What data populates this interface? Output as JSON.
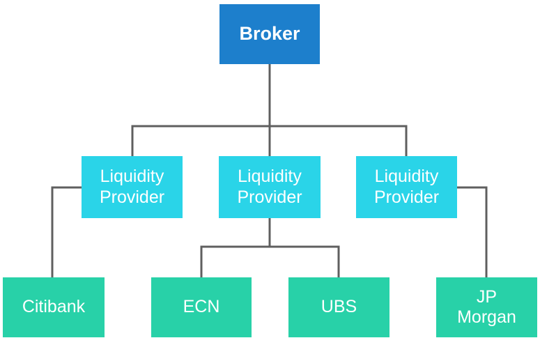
{
  "colors": {
    "broker": "#1d7fcc",
    "provider": "#2ad4e8",
    "leaf": "#28d1a8",
    "line": "#5f5f5f"
  },
  "nodes": {
    "broker": {
      "label": "Broker"
    },
    "provider_left": {
      "label": "Liquidity\nProvider"
    },
    "provider_center": {
      "label": "Liquidity\nProvider"
    },
    "provider_right": {
      "label": "Liquidity\nProvider"
    },
    "citibank": {
      "label": "Citibank"
    },
    "ecn": {
      "label": "ECN"
    },
    "ubs": {
      "label": "UBS"
    },
    "jp_morgan": {
      "label": "JP\nMorgan"
    }
  }
}
